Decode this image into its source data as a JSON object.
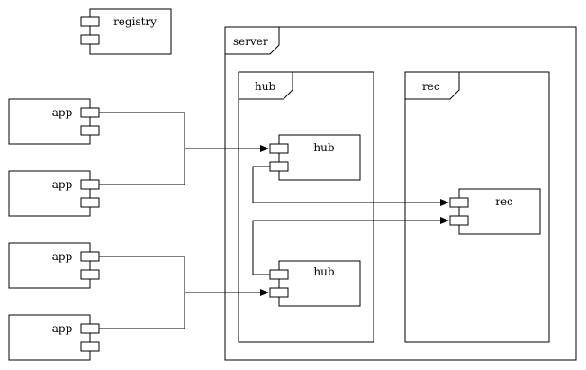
{
  "registry": {
    "label": "registry"
  },
  "apps": [
    {
      "label": "app"
    },
    {
      "label": "app"
    },
    {
      "label": "app"
    },
    {
      "label": "app"
    }
  ],
  "server": {
    "label": "server",
    "hub_package": {
      "label": "hub",
      "components": [
        {
          "label": "hub"
        },
        {
          "label": "hub"
        }
      ]
    },
    "rec_package": {
      "label": "rec",
      "component": {
        "label": "rec"
      }
    }
  }
}
